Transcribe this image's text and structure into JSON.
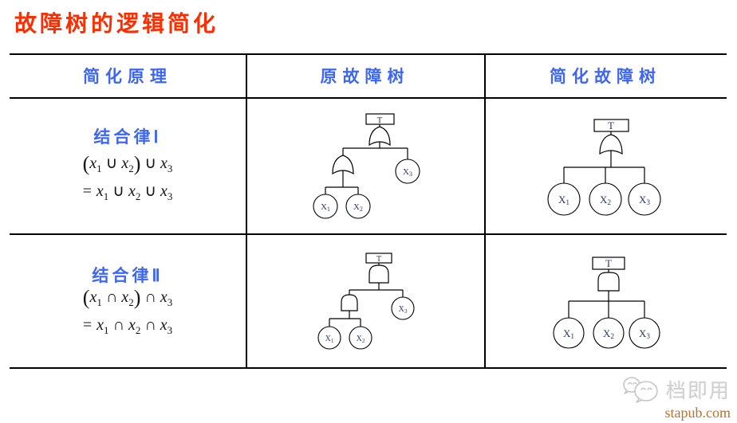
{
  "title": "故障树的逻辑简化",
  "colors": {
    "title": "#fa2e00",
    "header": "#3d66f2",
    "formula": "#141414",
    "tree_label": "#2c3a66",
    "watermark_domain": "#b5742e",
    "watermark_gray": "#d0d0d0"
  },
  "table": {
    "headers": [
      {
        "label": "简化原理"
      },
      {
        "label": "原故障树"
      },
      {
        "label": "简化故障树"
      }
    ],
    "rows": [
      {
        "law": "结合律Ⅰ",
        "formula_line1": [
          "(",
          "x_1",
          "∪",
          "x_2",
          ")",
          "∪",
          "x_3"
        ],
        "formula_line2": [
          "=",
          "x_1",
          "∪",
          "x_2",
          "∪",
          "x_3"
        ]
      },
      {
        "law": "结合律Ⅱ",
        "formula_line1": [
          "(",
          "x_1",
          "∩",
          "x_2",
          ")",
          "∩",
          "x_3"
        ],
        "formula_line2": [
          "=",
          "x_1",
          "∩",
          "x_2",
          "∩",
          "x_3"
        ]
      }
    ]
  },
  "trees": {
    "r1_original": {
      "top": "T",
      "gates": [
        "or",
        "or"
      ],
      "events": [
        {
          "base": "X",
          "sub": "1"
        },
        {
          "base": "X",
          "sub": "2"
        },
        {
          "base": "X",
          "sub": "3"
        }
      ]
    },
    "r1_simplified": {
      "top": "T",
      "gates": [
        "or"
      ],
      "events": [
        {
          "base": "X",
          "sub": "1"
        },
        {
          "base": "X",
          "sub": "2"
        },
        {
          "base": "X",
          "sub": "3"
        }
      ]
    },
    "r2_original": {
      "top": "T",
      "gates": [
        "and",
        "and"
      ],
      "events": [
        {
          "base": "X",
          "sub": "1"
        },
        {
          "base": "X",
          "sub": "2"
        },
        {
          "base": "X",
          "sub": "3"
        }
      ]
    },
    "r2_simplified": {
      "top": "T",
      "gates": [
        "and"
      ],
      "events": [
        {
          "base": "X",
          "sub": "1"
        },
        {
          "base": "X",
          "sub": "2"
        },
        {
          "base": "X",
          "sub": "3"
        }
      ]
    }
  },
  "watermark": {
    "icon": "wechat-bubbles-icon",
    "name": "档即用",
    "domain": "stapub.com"
  }
}
